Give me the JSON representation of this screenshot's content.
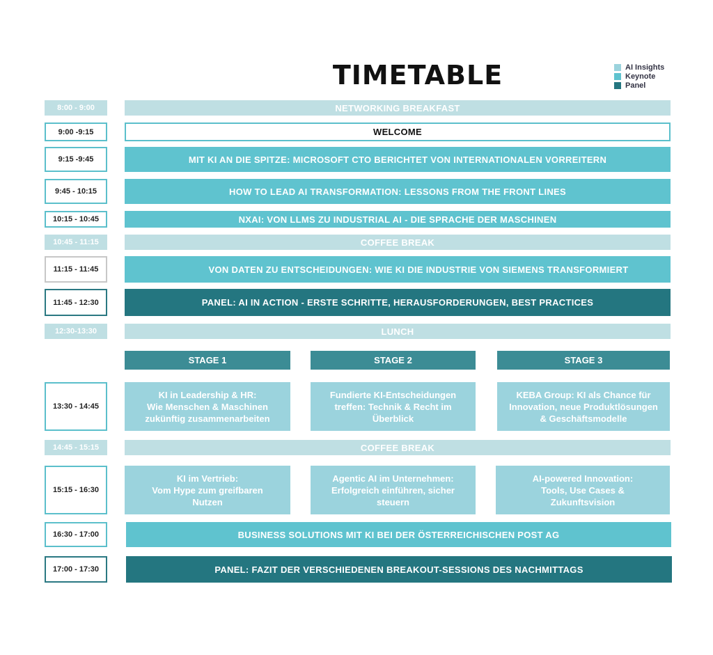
{
  "title": "TIMETABLE",
  "legend": [
    {
      "label": "AI Insights",
      "color": "#9bd3dd"
    },
    {
      "label": "Keynote",
      "color": "#5fc3cf"
    },
    {
      "label": "Panel",
      "color": "#247680"
    }
  ],
  "rows": [
    {
      "time": "8:00 - 9:00",
      "title": "NETWORKING BREAKFAST"
    },
    {
      "time": "9:00 -9:15",
      "title": "WELCOME"
    },
    {
      "time": "9:15 -9:45",
      "title": "MIT KI AN DIE SPITZE: MICROSOFT CTO BERICHTET VON INTERNATIONALEN VORREITERN"
    },
    {
      "time": "9:45 - 10:15",
      "title": "HOW TO LEAD AI TRANSFORMATION: LESSONS FROM THE FRONT LINES"
    },
    {
      "time": "10:15 - 10:45",
      "title": "NXAI: VON LLMS ZU INDUSTRIAL AI - DIE SPRACHE DER MASCHINEN"
    },
    {
      "time": "10:45 - 11:15",
      "title": "COFFEE BREAK"
    },
    {
      "time": "11:15 - 11:45",
      "title": "VON DATEN ZU ENTSCHEIDUNGEN: WIE KI DIE INDUSTRIE VON SIEMENS TRANSFORMIERT"
    },
    {
      "time": "11:45 - 12:30",
      "title": "PANEL: AI IN ACTION - ERSTE SCHRITTE, HERAUSFORDERUNGEN, BEST PRACTICES"
    },
    {
      "time": "12:30-13:30",
      "title": "LUNCH"
    }
  ],
  "stages": [
    "STAGE 1",
    "STAGE 2",
    "STAGE 3"
  ],
  "block1": {
    "time": "13:30 - 14:45",
    "sessions": [
      "KI in Leadership & HR:\nWie Menschen & Maschinen\nzukünftig zusammenarbeiten",
      "Fundierte KI-Entscheidungen\ntreffen: Technik & Recht im\nÜberblick",
      "KEBA Group: KI als Chance für\nInnovation, neue Produktlösungen\n& Geschäftsmodelle"
    ]
  },
  "break2": {
    "time": "14:45 - 15:15",
    "title": "COFFEE BREAK"
  },
  "block2": {
    "time": "15:15 - 16:30",
    "sessions": [
      "KI im Vertrieb:\nVom Hype zum greifbaren\nNutzen",
      "Agentic AI im Unternehmen:\nErfolgreich einführen, sicher\nsteuern",
      "AI-powered Innovation:\nTools, Use Cases &\nZukunftsvision"
    ]
  },
  "tail": [
    {
      "time": "16:30 - 17:00",
      "title": "BUSINESS SOLUTIONS MIT KI BEI DER ÖSTERREICHISCHEN POST AG"
    },
    {
      "time": "17:00 - 17:30",
      "title": "PANEL: FAZIT DER VERSCHIEDENEN BREAKOUT-SESSIONS DES NACHMITTAGS"
    }
  ]
}
